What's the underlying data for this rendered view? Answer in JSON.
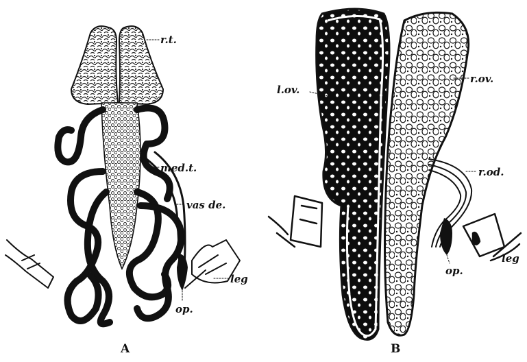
{
  "figure": {
    "panel_a": {
      "letter": "A",
      "labels": {
        "rt": "r.t.",
        "med_t": "med.t.",
        "vas_de": "vas de.",
        "leg": "leg",
        "op": "op."
      }
    },
    "panel_b": {
      "letter": "B",
      "labels": {
        "l_ov": "l.ov.",
        "r_ov": "r.ov.",
        "r_od": "r.od.",
        "leg": "leg",
        "op": "op."
      }
    },
    "colors": {
      "ink": "#111111",
      "paper": "#ffffff"
    }
  }
}
